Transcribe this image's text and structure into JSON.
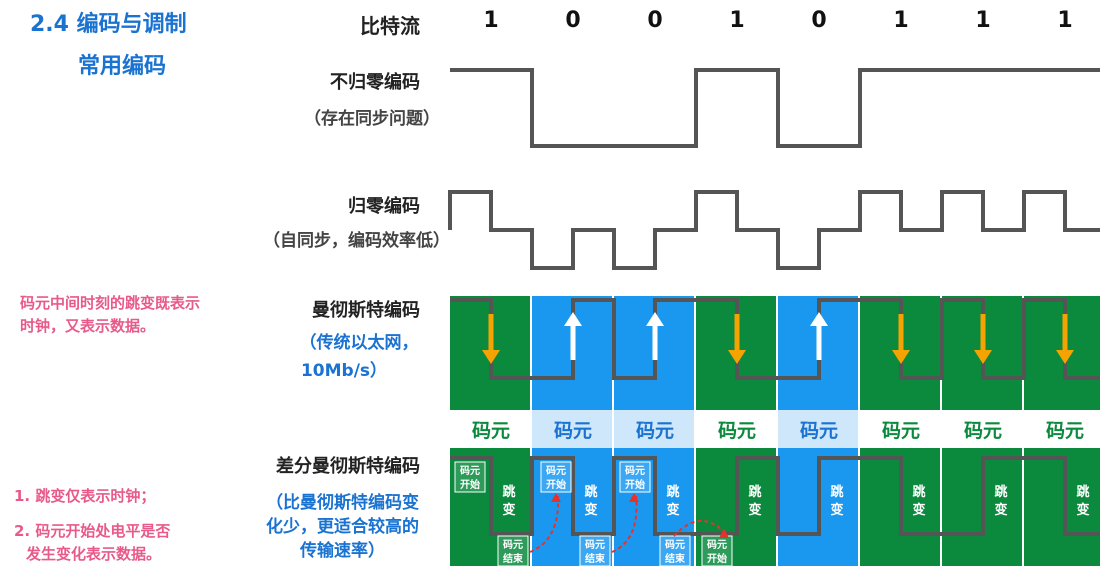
{
  "header": {
    "title": "2.4 编码与调制",
    "subtitle": "常用编码"
  },
  "bitstream": {
    "label": "比特流",
    "bits": [
      "1",
      "0",
      "0",
      "1",
      "0",
      "1",
      "1",
      "1"
    ]
  },
  "nrz": {
    "label": "不归零编码",
    "note": "（存在同步问题）"
  },
  "rz": {
    "label": "归零编码",
    "note": "（自同步，编码效率低）"
  },
  "manchester": {
    "label": "曼彻斯特编码",
    "note_line1": "（传统以太网，",
    "note_line2": "10Mb/s）",
    "side_note_line1": "码元中间时刻的跳变既表示",
    "side_note_line2": "时钟，又表示数据。",
    "cell_label": "码元",
    "colors": {
      "green": "#0b8a3e",
      "blue": "#1a98f0",
      "wave": "#555555",
      "arrow_down": "#f5a300",
      "arrow_up": "#ffffff"
    }
  },
  "diff_manchester": {
    "label": "差分曼彻斯特编码",
    "note_line1": "（比曼彻斯特编码变",
    "note_line2": "化少，更适合较高的",
    "note_line3": "传输速率）",
    "side_note1": "1. 跳变仅表示时钟；",
    "side_note2_line1": "2. 码元开始处电平是否",
    "side_note2_line2": "发生变化表示数据。",
    "jump_top": "跳",
    "jump_bottom": "变",
    "start_top": "码元",
    "start_bottom": "开始",
    "end_top": "码元",
    "end_bottom": "结束"
  }
}
